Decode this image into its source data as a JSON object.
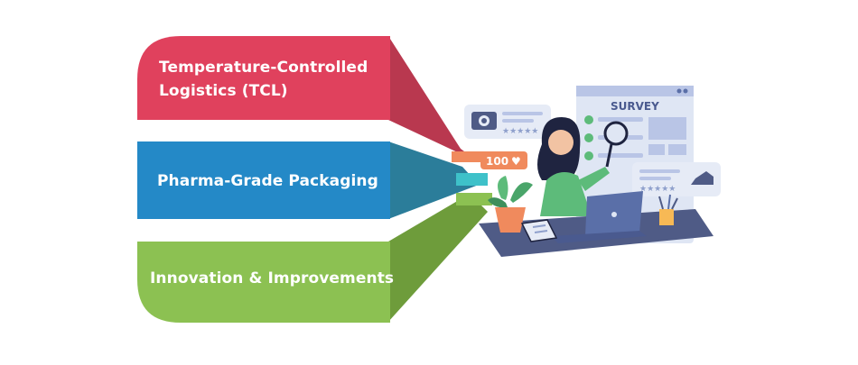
{
  "bands": [
    {
      "id": "tcl",
      "lines": [
        "Temperature-Controlled",
        "Logistics (TCL)"
      ],
      "color": "#e0415d",
      "shade": "#b9384f"
    },
    {
      "id": "pack",
      "lines": [
        "Pharma-Grade Packaging"
      ],
      "color": "#2489c7",
      "shade": "#2b7d9a"
    },
    {
      "id": "innov",
      "lines": [
        "Innovation & Improvements"
      ],
      "color": "#8cc152",
      "shade": "#6e9c3b"
    }
  ],
  "illustration": {
    "survey_title": "SURVEY",
    "likes_count": "100",
    "colors": {
      "panel": "#e6ebf6",
      "accent": "#5a6fa8",
      "shirt": "#5dbb7a",
      "desk": "#4f5b86"
    }
  }
}
